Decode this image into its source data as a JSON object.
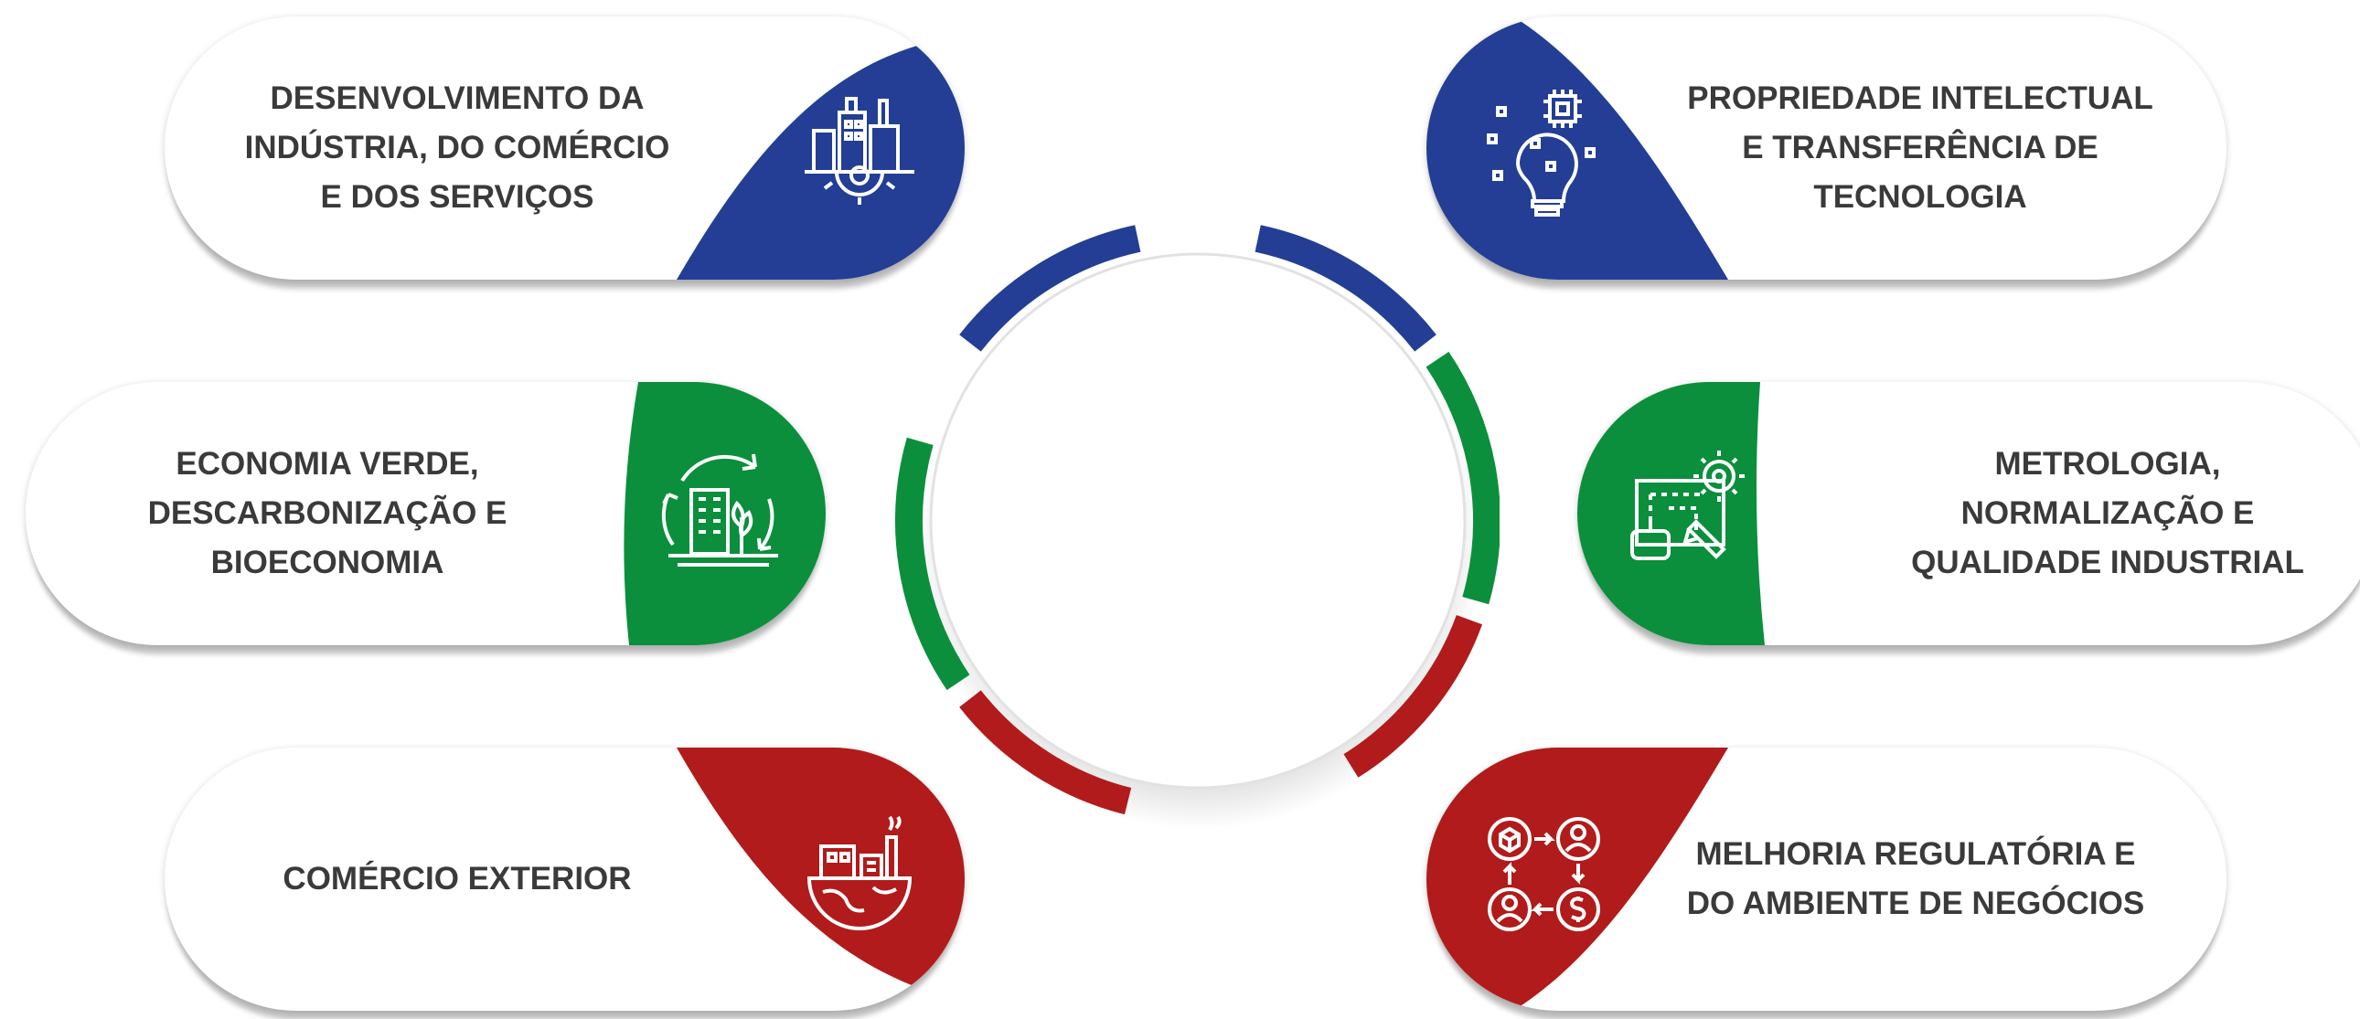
{
  "colors": {
    "blue": "#233e94",
    "green": "#0b8f3d",
    "red": "#b11b1b",
    "text": "#3a3a3a"
  },
  "items": [
    {
      "lines": [
        "DESENVOLVIMENTO DA",
        "INDÚSTRIA, DO COMÉRCIO",
        "E DOS SERVIÇOS"
      ],
      "icon": "industry-gear-icon",
      "color": "blue"
    },
    {
      "lines": [
        "PROPRIEDADE INTELECTUAL",
        "E TRANSFERÊNCIA DE",
        "TECNOLOGIA"
      ],
      "icon": "lightbulb-chip-icon",
      "color": "blue"
    },
    {
      "lines": [
        "ECONOMIA VERDE,",
        "DESCARBONIZAÇÃO E",
        "BIOECONOMIA"
      ],
      "icon": "green-building-cycle-icon",
      "color": "green"
    },
    {
      "lines": [
        "METROLOGIA,",
        "NORMALIZAÇÃO E",
        "QUALIDADE INDUSTRIAL"
      ],
      "icon": "blueprint-gear-icon",
      "color": "green"
    },
    {
      "lines": [
        "COMÉRCIO EXTERIOR"
      ],
      "icon": "globe-factory-icon",
      "color": "red"
    },
    {
      "lines": [
        "MELHORIA REGULATÓRIA E",
        "DO AMBIENTE DE NEGÓCIOS"
      ],
      "icon": "business-cycle-icon",
      "color": "red"
    }
  ]
}
